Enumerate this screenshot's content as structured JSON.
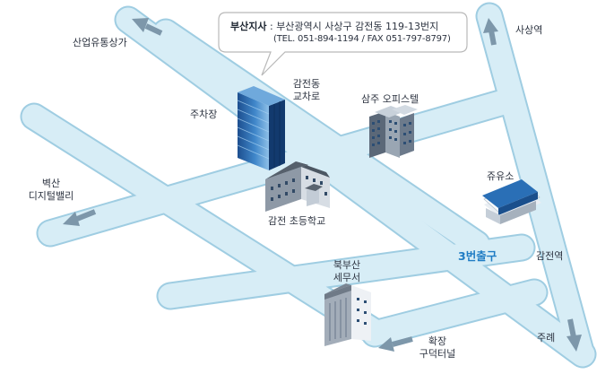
{
  "callout": {
    "office_name": "부산지사",
    "separator": " : ",
    "address": "부산광역시 사상구 감전동 119-13번지",
    "contact": "(TEL. 051-894-1194 / FAX 051-797-8797)"
  },
  "labels": {
    "industrial_shopping": "산업유통상가",
    "sasang_station": "사상역",
    "gamjeon_intersection_1": "감전동",
    "gamjeon_intersection_2": "교차로",
    "parking": "주차장",
    "samjoo_office": "삼주 오피스텔",
    "byeoksan_1": "벽산",
    "byeoksan_2": "디지털밸리",
    "gas_station": "쥬유소",
    "gamjeon_school": "감전 초등학교",
    "exit3": "3번출구",
    "gamjeon_station": "감전역",
    "tax_office_1": "북부산",
    "tax_office_2": "세무서",
    "jurye": "주례",
    "tunnel_1": "확장",
    "tunnel_2": "구덕터널"
  },
  "colors": {
    "road_fill": "#d7edf6",
    "road_edge": "#9fcde2",
    "arrow": "#7d97aa",
    "exit_text": "#1f7cc4",
    "callout_border": "#b9b9b9"
  }
}
